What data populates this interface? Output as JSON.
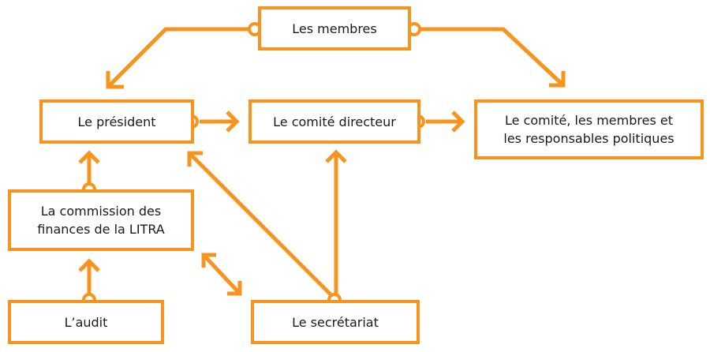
{
  "diagram": {
    "accent_color": "#F7941D",
    "text_color": "#1a1a1a",
    "nodes": {
      "membres": "Les membres",
      "president": "Le président",
      "comite_directeur": "Le comité directeur",
      "responsables": "Le comité, les membres et\nles responsables politiques",
      "commission": "La commission des\nfinances de la LITRA",
      "audit": "L’audit",
      "secretariat": "Le secrétariat"
    },
    "edges": [
      {
        "from": "membres",
        "to": "president"
      },
      {
        "from": "membres",
        "to": "responsables"
      },
      {
        "from": "president",
        "to": "comite_directeur"
      },
      {
        "from": "comite_directeur",
        "to": "responsables"
      },
      {
        "from": "commission",
        "to": "president"
      },
      {
        "from": "audit",
        "to": "commission"
      },
      {
        "from": "secretariat",
        "to": "comite_directeur"
      },
      {
        "from": "secretariat",
        "to": "president"
      },
      {
        "from": "secretariat",
        "to": "commission",
        "bidirectional": true
      }
    ]
  }
}
